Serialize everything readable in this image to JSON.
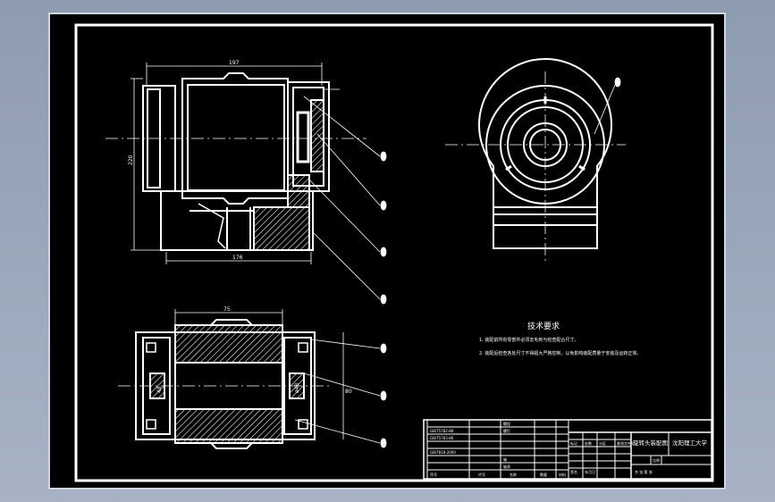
{
  "drawing": {
    "dimensions": {
      "top_width": "197",
      "left_height": "220",
      "bottom_width": "176",
      "plan_width": "75",
      "plan_right": "80",
      "plan_dim_a": "48",
      "plan_dim_b": "ø48"
    },
    "tech_req": {
      "title": "技术要求",
      "line1": "1. 装配前所有零部件必须去毛刺与检查配合尺寸。",
      "line2": "2. 装配后检查各处尺寸不得超大严格控制，以免影响装配质量于安装及运转正常。"
    },
    "title_block": {
      "drawing_name": "旋转头装配图",
      "school": "沈阳理工大学",
      "rows_left": [
        "GB/T5782-86",
        "GB/T5783-86",
        "GB/T818-2000",
        "",
        ""
      ],
      "rows_mid": [
        "螺栓",
        "螺钉",
        "",
        "",
        "",
        "",
        "轴承",
        "轴"
      ],
      "labels": [
        "标记",
        "处数",
        "分区",
        "更改文件号",
        "签名",
        "年月日"
      ],
      "scale_label": "比例",
      "sheet_label": "共 张 第 张",
      "foot_labels": [
        "序号",
        "代号",
        "名称",
        "数量",
        "材料"
      ]
    }
  },
  "colors": {
    "background": "#000000",
    "line": "#ffffff",
    "frame_bg": "#99a6b9"
  }
}
